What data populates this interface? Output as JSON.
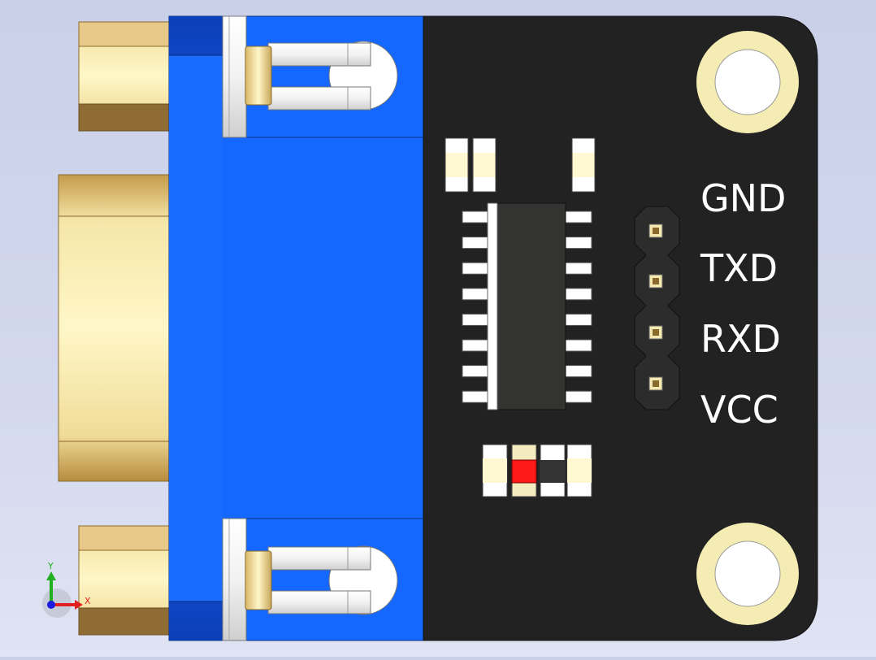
{
  "labels": {
    "gnd": "GND",
    "txd": "TXD",
    "rxd": "RXD",
    "vcc": "VCC"
  },
  "axis": {
    "x": "X",
    "y": "Y"
  },
  "icons": {
    "axis_triad": "axis-triad-icon",
    "mounting_hole": "mounting-hole-icon"
  },
  "colors": {
    "pcb": "#222222",
    "connector_blue": "#1565ff",
    "gold": "#f3e3a2",
    "silkscreen": "#ffffff",
    "led": "#ff1a1a"
  }
}
